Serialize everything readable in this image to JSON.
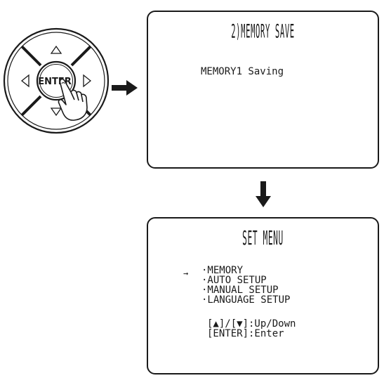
{
  "remote": {
    "center_button_label": "ENTER"
  },
  "screen_1": {
    "title": "2)MEMORY SAVE",
    "status": "MEMORY1 Saving"
  },
  "screen_2": {
    "title": "SET MENU",
    "cursor": "→",
    "menu_items": [
      "·MEMORY",
      "·AUTO SETUP",
      "·MANUAL SETUP",
      "·LANGUAGE SETUP"
    ],
    "key_help": [
      "[▲]/[▼]:Up/Down",
      "[ENTER]:Enter"
    ]
  }
}
